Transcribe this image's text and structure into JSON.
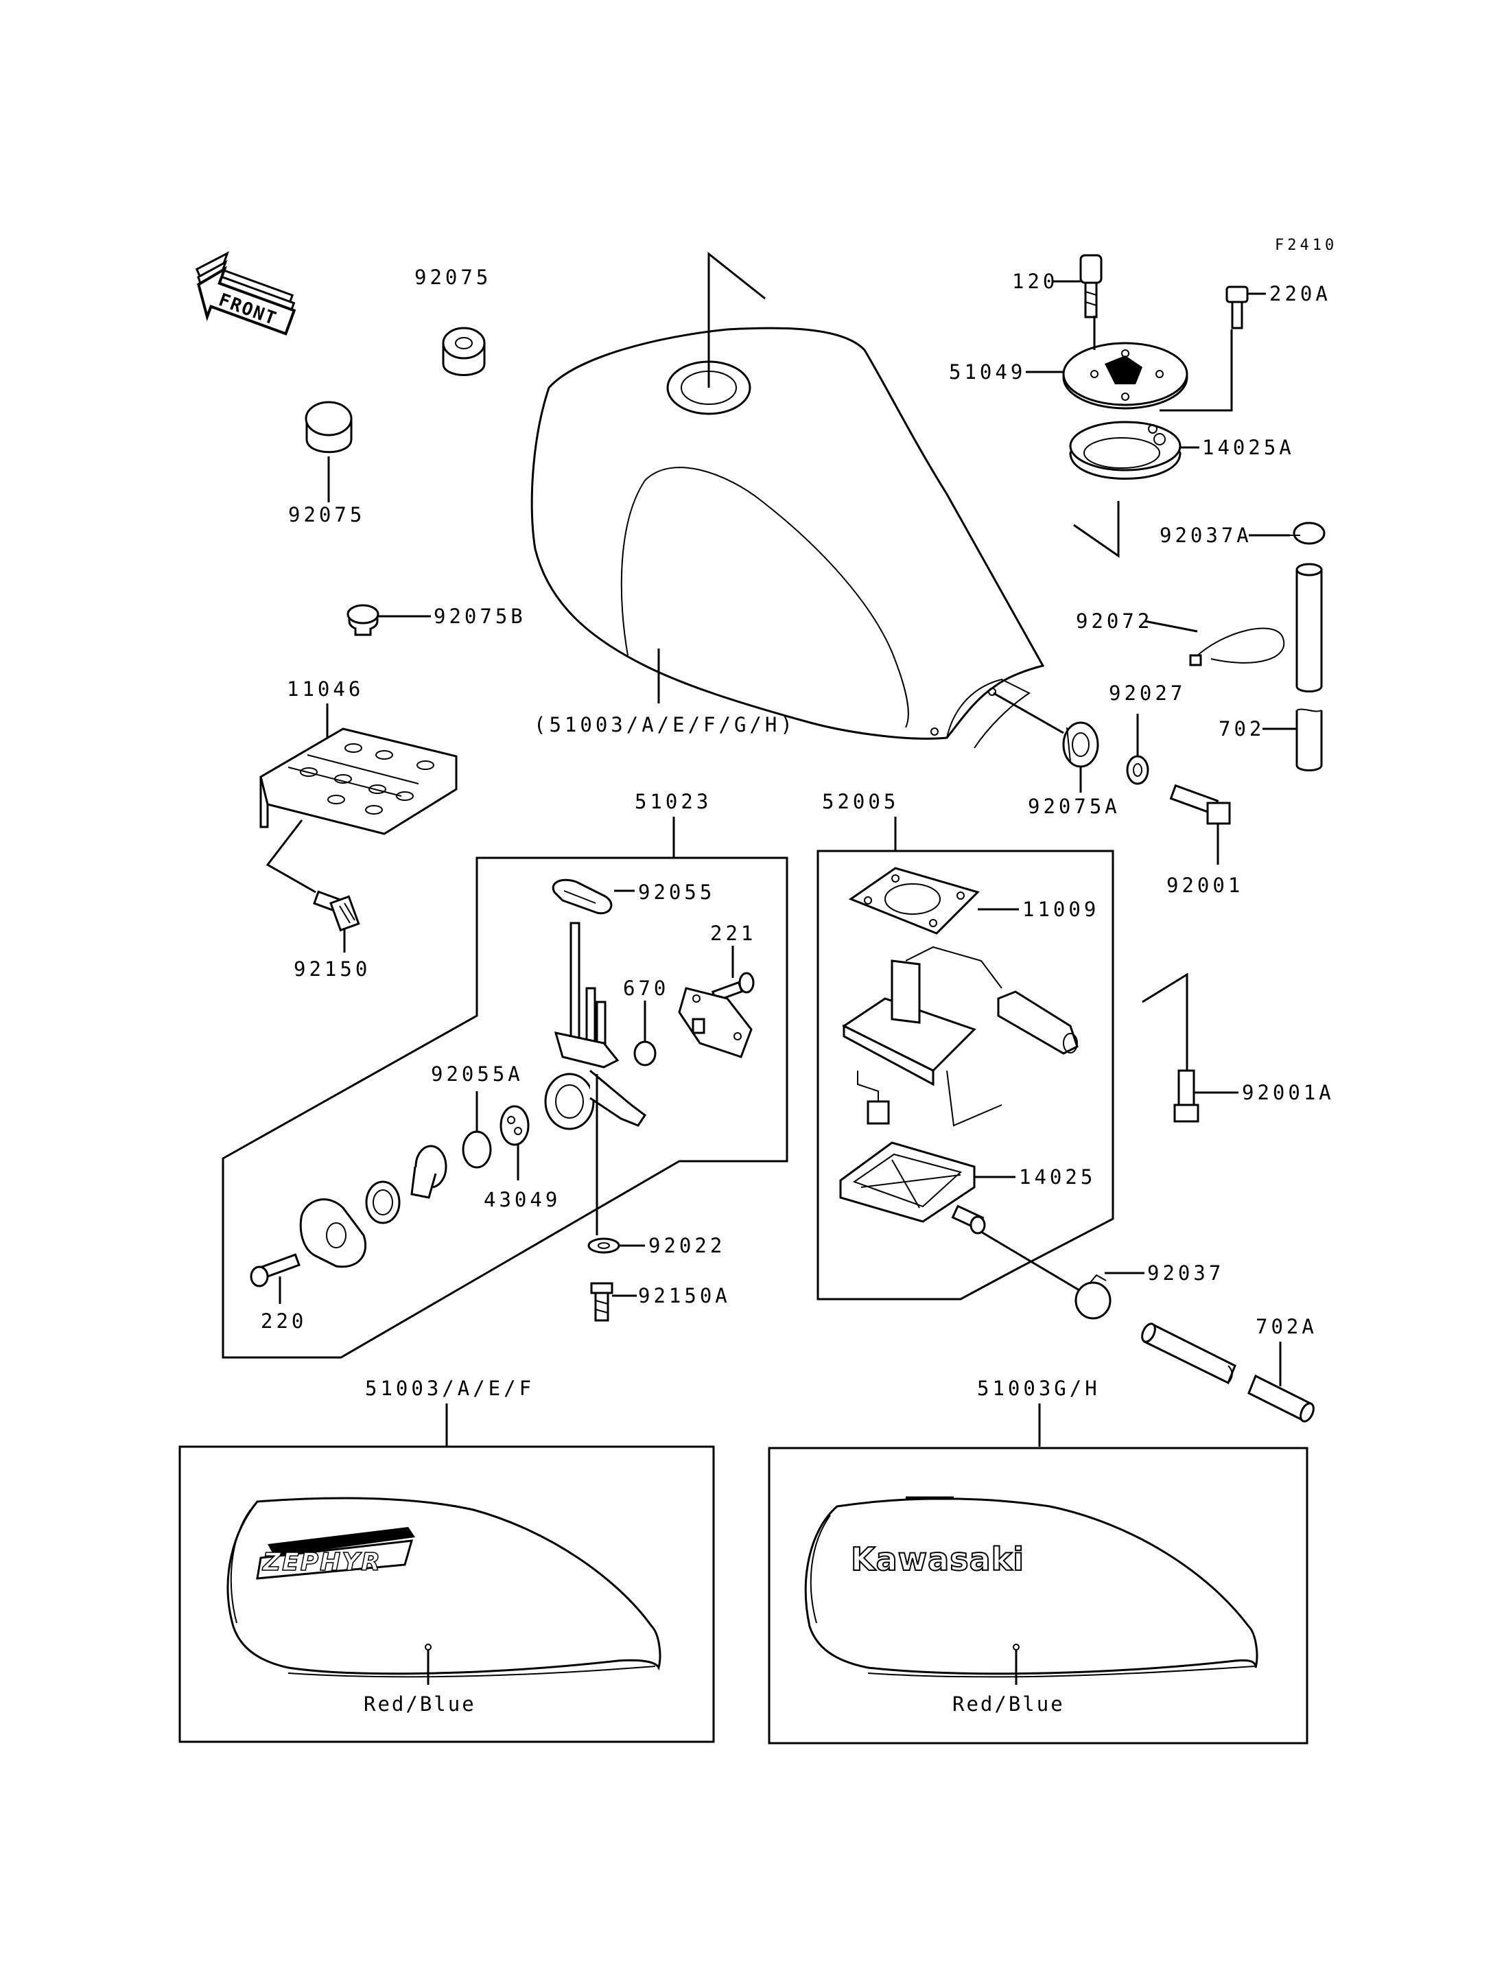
{
  "figure_code": "F2410",
  "front_label": "FRONT",
  "colors": {
    "line": "#000000",
    "background": "#ffffff"
  },
  "parts": {
    "p92075_top": "92075",
    "p92075_left": "92075",
    "p92075B": "92075B",
    "p11046": "11046",
    "p92150": "92150",
    "p51003_main": "(51003/A/E/F/G/H)",
    "p120": "120",
    "p220A": "220A",
    "p51049": "51049",
    "p14025A": "14025A",
    "p92037A": "92037A",
    "p92072": "92072",
    "p92027": "92027",
    "p702": "702",
    "p92075A": "92075A",
    "p92001": "92001",
    "p51023": "51023",
    "p92055": "92055",
    "p221": "221",
    "p670": "670",
    "p92055A": "92055A",
    "p43049": "43049",
    "p220": "220",
    "p92022": "92022",
    "p92150A": "92150A",
    "p52005": "52005",
    "p11009": "11009",
    "p92001A": "92001A",
    "p14025": "14025",
    "p92037": "92037",
    "p702A": "702A",
    "p51003_aef": "51003/A/E/F",
    "p51003_gh": "51003G/H"
  },
  "decal_panels": [
    {
      "logo": "ZEPHYR",
      "color_label": "Red/Blue"
    },
    {
      "logo": "Kawasaki",
      "color_label": "Red/Blue"
    }
  ]
}
